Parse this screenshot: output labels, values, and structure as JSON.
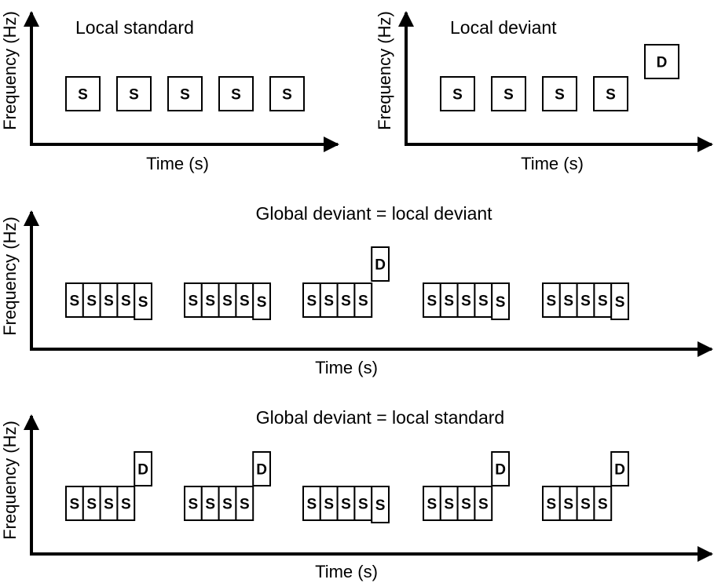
{
  "panels": [
    {
      "id": "local-standard",
      "title": "Local standard",
      "xlabel": "Time (s)",
      "ylabel": "Frequency (Hz)",
      "groups": [
        [
          "S"
        ],
        [
          "S"
        ],
        [
          "S"
        ],
        [
          "S"
        ],
        [
          "S"
        ]
      ]
    },
    {
      "id": "local-deviant",
      "title": "Local deviant",
      "xlabel": "Time (s)",
      "ylabel": "Frequency (Hz)",
      "groups": [
        [
          "S"
        ],
        [
          "S"
        ],
        [
          "S"
        ],
        [
          "S"
        ],
        [
          "D"
        ]
      ]
    },
    {
      "id": "global-deviant-equals-local-deviant",
      "title": "Global deviant = local deviant",
      "xlabel": "Time (s)",
      "ylabel": "Frequency (Hz)",
      "groups": [
        [
          "S",
          "S",
          "S",
          "S",
          "S"
        ],
        [
          "S",
          "S",
          "S",
          "S",
          "S"
        ],
        [
          "S",
          "S",
          "S",
          "S",
          "D"
        ],
        [
          "S",
          "S",
          "S",
          "S",
          "S"
        ],
        [
          "S",
          "S",
          "S",
          "S",
          "S"
        ]
      ]
    },
    {
      "id": "global-deviant-equals-local-standard",
      "title": "Global deviant = local standard",
      "xlabel": "Time (s)",
      "ylabel": "Frequency (Hz)",
      "groups": [
        [
          "S",
          "S",
          "S",
          "S",
          "D"
        ],
        [
          "S",
          "S",
          "S",
          "S",
          "D"
        ],
        [
          "S",
          "S",
          "S",
          "S",
          "S"
        ],
        [
          "S",
          "S",
          "S",
          "S",
          "D"
        ],
        [
          "S",
          "S",
          "S",
          "S",
          "D"
        ]
      ]
    }
  ]
}
